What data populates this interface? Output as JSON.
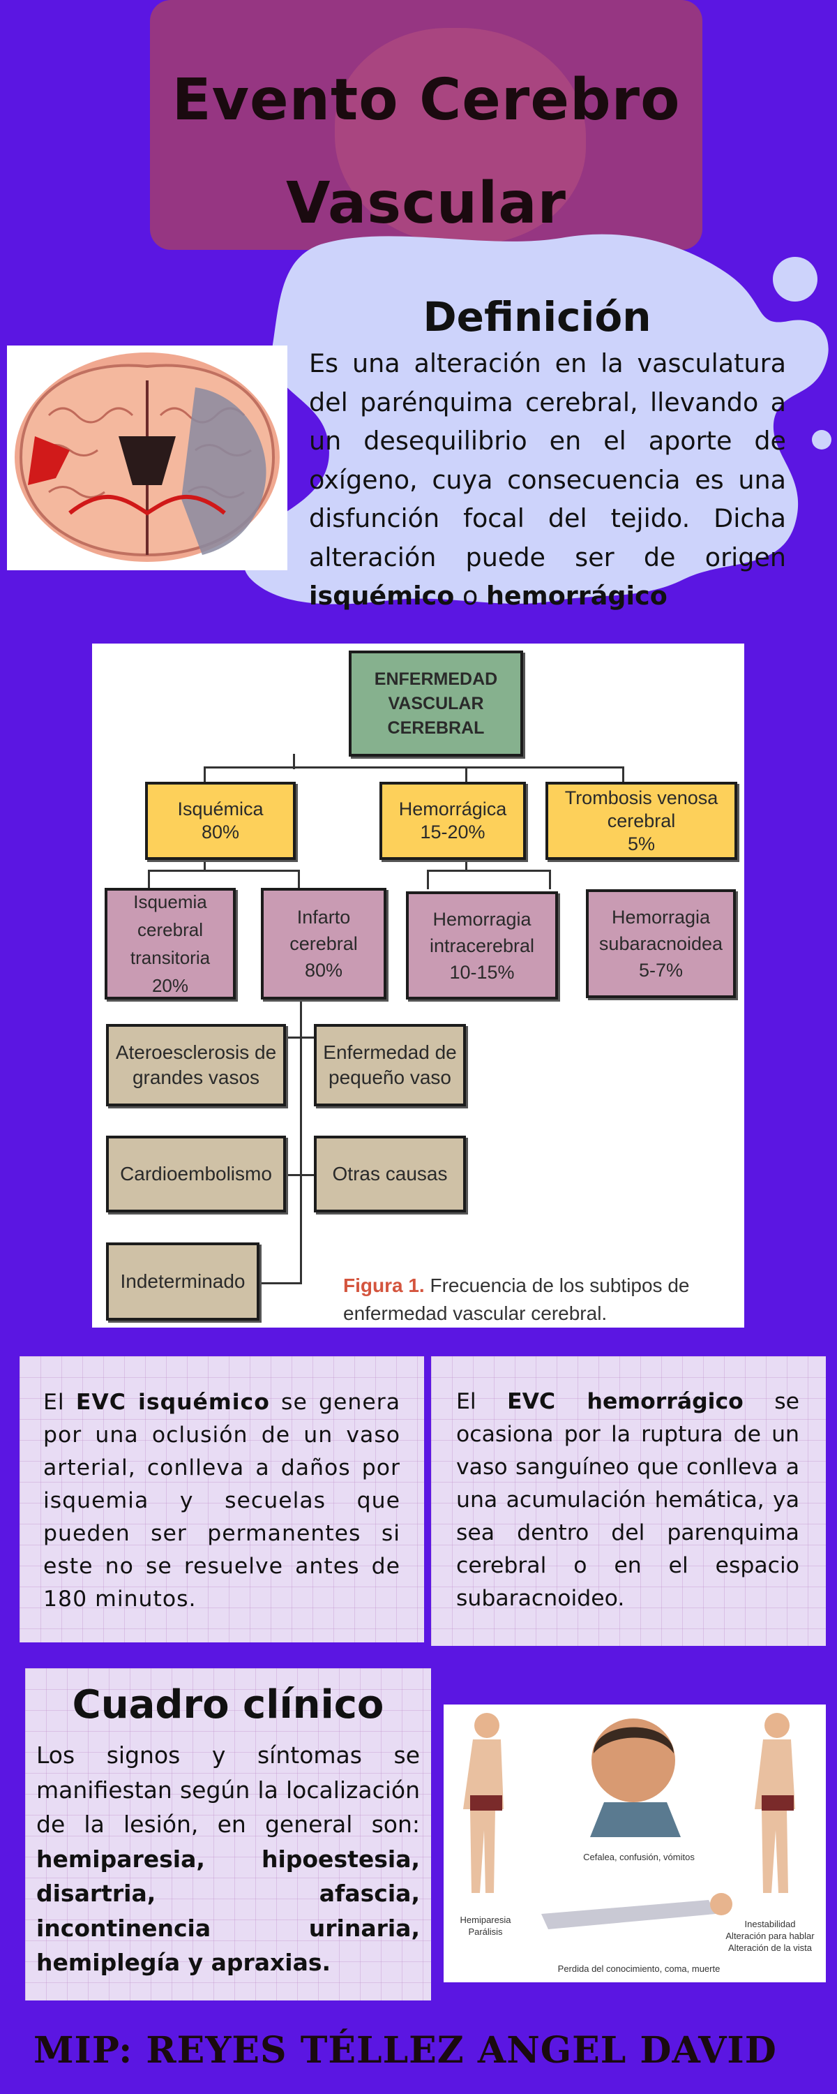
{
  "title": {
    "line1": "Evento Cerebro",
    "line2": "Vascular"
  },
  "definition": {
    "heading": "Definición",
    "text_intro": "Es una alteración en la vasculatura del parénquima cerebral, llevando a un desequilibrio en el aporte de oxígeno, cuya consecuencia es una disfunción focal del tejido. Dicha alteración puede ser de origen",
    "term1": "isquémico",
    "connector": "o",
    "term2": "hemorrágico"
  },
  "diagram": {
    "root": "ENFERMEDAD VASCULAR CEREBRAL",
    "level1": [
      {
        "label": "Isquémica",
        "pct": "80%"
      },
      {
        "label": "Hemorrágica",
        "pct": "15-20%"
      },
      {
        "label": "Trombosis venosa cerebral",
        "pct": "5%"
      }
    ],
    "level2": [
      {
        "label": "Isquemia cerebral transitoria",
        "pct": "20%"
      },
      {
        "label": "Infarto cerebral",
        "pct": "80%"
      },
      {
        "label": "Hemorragia intracerebral",
        "pct": "10-15%"
      },
      {
        "label": "Hemorragia subaracnoidea",
        "pct": "5-7%"
      }
    ],
    "level3": [
      "Ateroesclerosis de grandes vasos",
      "Enfermedad de pequeño vaso",
      "Cardioembolismo",
      "Otras causas",
      "Indeterminado"
    ],
    "caption_label": "Figura 1.",
    "caption_text": "Frecuencia de los subtipos de enfermedad vascular cerebral."
  },
  "ischemic": {
    "prefix": "El",
    "term": "EVC isquémico",
    "text": "se genera por una oclusión de un vaso arterial, conlleva a daños por isquemia y secuelas que pueden ser permanentes si este no se resuelve antes de 180 minutos."
  },
  "hemorrhagic": {
    "prefix": "El",
    "term": "EVC hemorrágico",
    "text": "se ocasiona por la ruptura de un vaso sanguíneo que conlleva a una acumulación hemática, ya sea dentro del parenquima cerebral o en el espacio subaracnoideo."
  },
  "clinical": {
    "heading": "Cuadro clínico",
    "text": "Los signos y síntomas se manifiestan según la localización de la lesión, en general son:",
    "symptoms": "hemiparesia, hipoestesia, disartria, afascia, incontinencia urinaria, hemiplegía y apraxias.",
    "fig_labels": {
      "headache": "Cefalea, confusión, vómitos",
      "hemiparesis": "Hemiparesia\nParálisis",
      "instability": "Inestabilidad\nAlteración para hablar\nAlteración de la vista",
      "consciousness": "Perdida del conocimiento, coma, muerte"
    }
  },
  "footer": {
    "author": "MIP: REYES TÉLLEZ ANGEL DAVID"
  },
  "colors": {
    "background": "#5b16e2",
    "title_box": "#9b3a7a",
    "splash": "#cdd3fb",
    "root": "#86b18e",
    "yellow": "#fdd05a",
    "pink": "#c99bb3",
    "tan": "#cfc1a6",
    "caption_red": "#d4553e"
  }
}
